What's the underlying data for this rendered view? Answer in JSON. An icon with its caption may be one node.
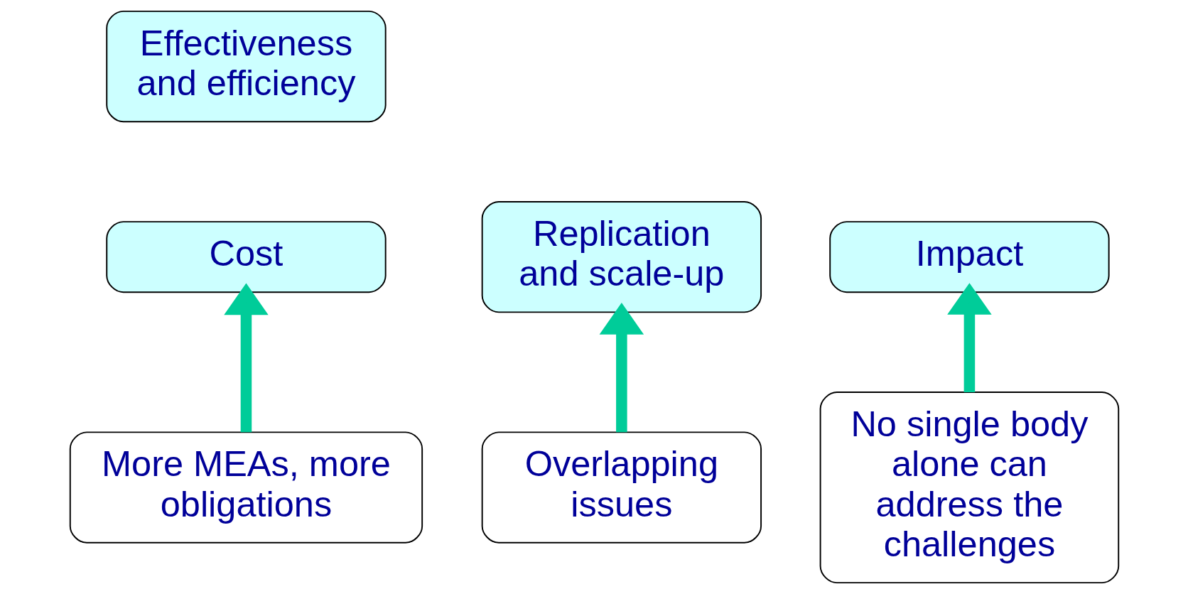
{
  "diagram": {
    "nodes": [
      {
        "text": [
          "Effectiveness and efficiency"
        ]
      },
      {
        "text": [
          "Cost"
        ]
      },
      {
        "text": [
          "Replication and scale-up"
        ]
      },
      {
        "text": [
          "Impact"
        ]
      },
      {
        "text": [
          "More MEAs, more obligations"
        ]
      },
      {
        "text": [
          "Overlapping issues"
        ]
      },
      {
        "text": [
          "No single body alone can address the challenges"
        ]
      }
    ],
    "edges": [
      {
        "from": 4,
        "to": 1,
        "arrow": "to"
      },
      {
        "from": 5,
        "to": 2,
        "arrow": "to"
      },
      {
        "from": 6,
        "to": 3,
        "arrow": "to"
      }
    ]
  }
}
